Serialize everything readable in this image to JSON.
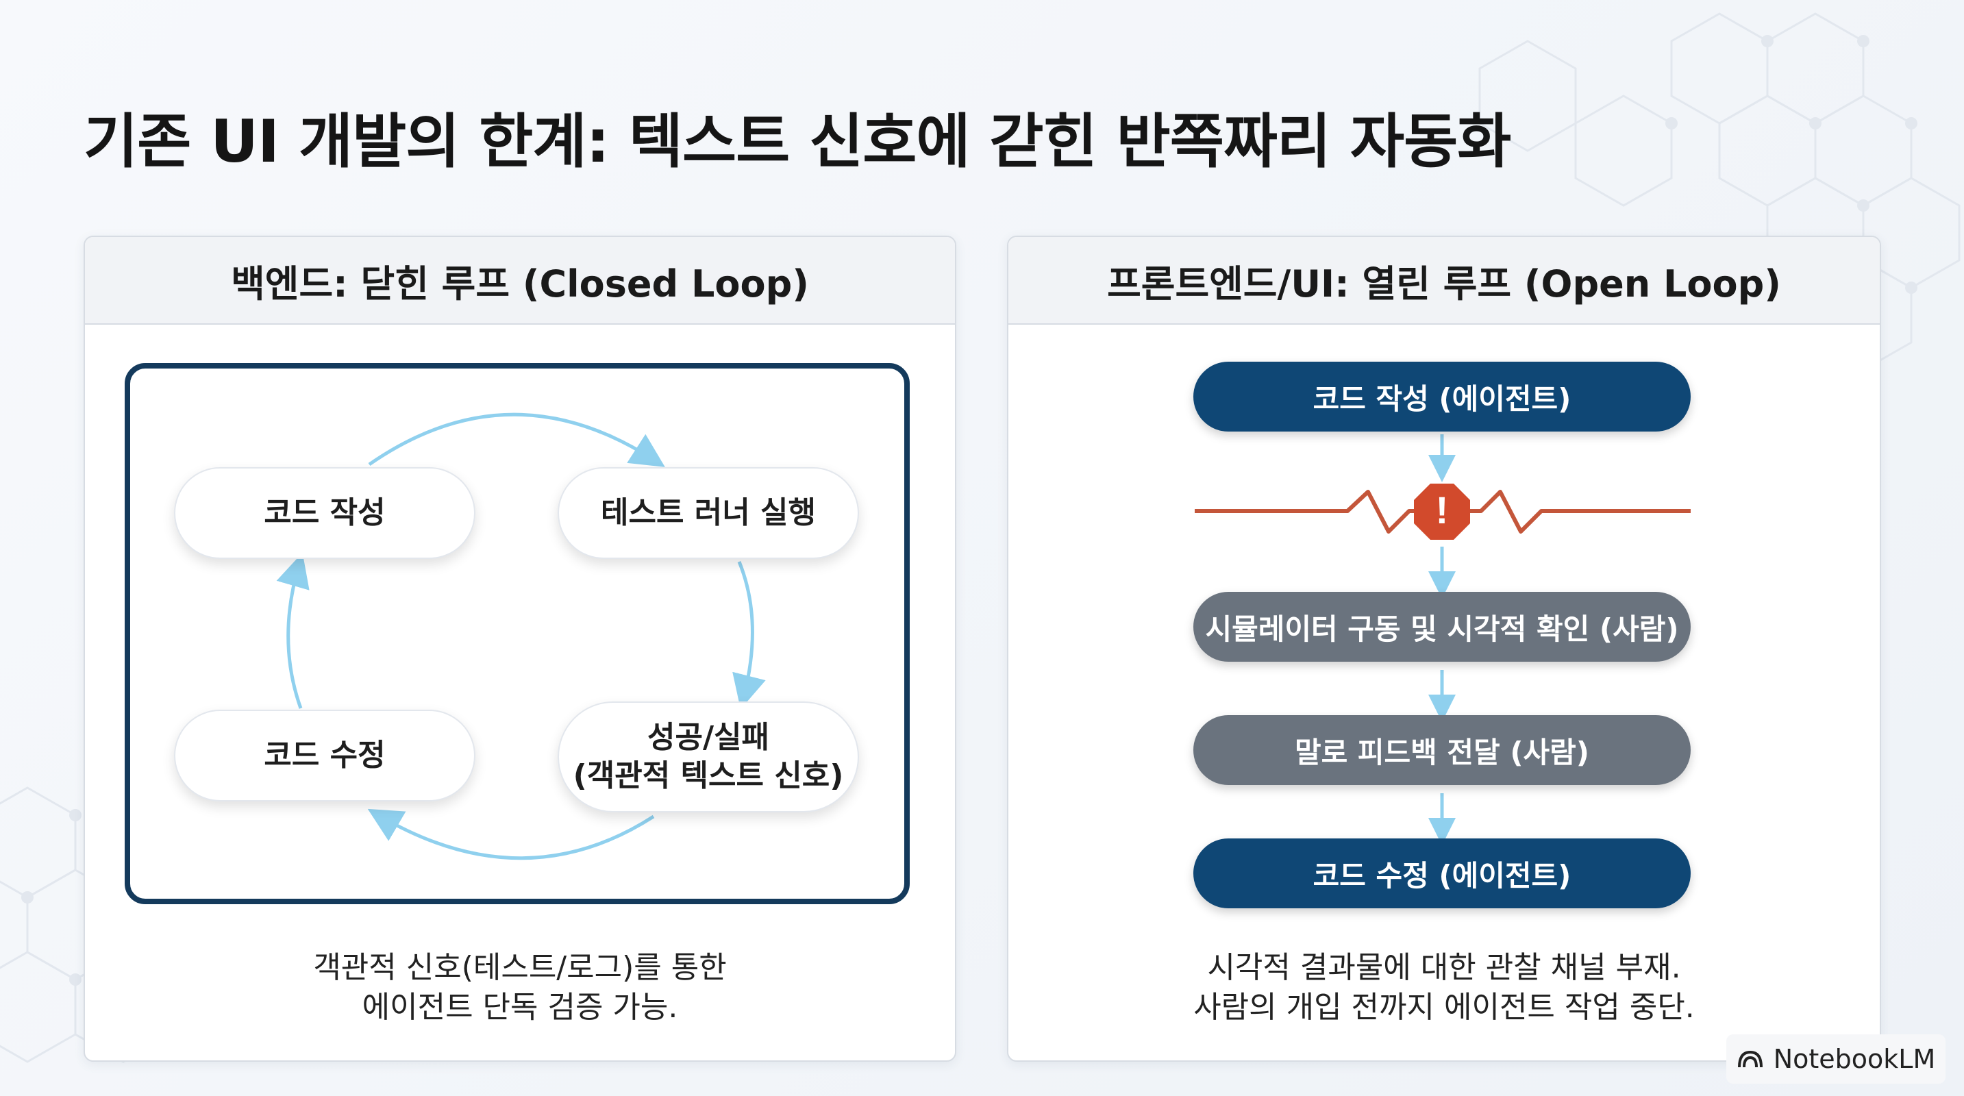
{
  "title": "기존 UI 개발의 한계: 텍스트 신호에 갇힌 반쪽짜리 자동화",
  "left_panel": {
    "header": "백엔드: 닫힌 루프 (Closed Loop)",
    "nodes": {
      "write_code": "코드 작성",
      "run_tests": "테스트 러너 실행",
      "fix_code": "코드 수정",
      "result_line1": "성공/실패",
      "result_line2": "(객관적 텍스트 신호)"
    },
    "caption_line1": "객관적 신호(테스트/로그)를 통한",
    "caption_line2": "에이전트 단독 검증 가능."
  },
  "right_panel": {
    "header": "프론트엔드/UI: 열린 루프 (Open Loop)",
    "steps": [
      {
        "label": "코드 작성 (에이전트)",
        "kind": "agent"
      },
      {
        "label": "시뮬레이터 구동 및 시각적 확인 (사람)",
        "kind": "human"
      },
      {
        "label": "말로 피드백 전달 (사람)",
        "kind": "human"
      },
      {
        "label": "코드 수정 (에이전트)",
        "kind": "agent"
      }
    ],
    "warning_symbol": "!",
    "caption_line1": "시각적 결과물에 대한 관찰 채널 부재.",
    "caption_line2": "사람의 개입 전까지 에이전트 작업 중단."
  },
  "brand": "NotebookLM",
  "colors": {
    "loop_border": "#143a5c",
    "loop_arrow": "#8fd0ee",
    "agent_step": "#0f4775",
    "human_step": "#6a737e",
    "break_line": "#c4563a",
    "warning": "#d24a2c"
  }
}
